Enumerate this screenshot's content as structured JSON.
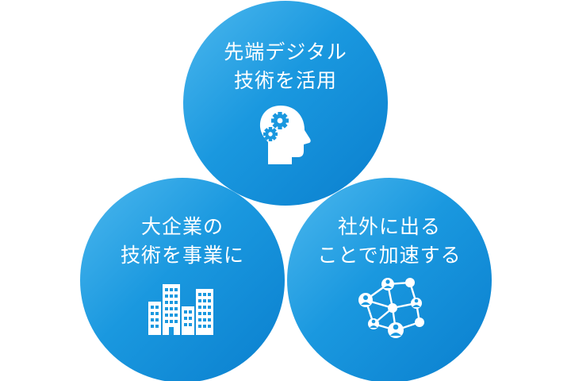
{
  "circles": [
    {
      "id": "top",
      "lines": [
        "先端デジタル",
        "技術を活用"
      ],
      "icon": "head-gears-icon"
    },
    {
      "id": "left",
      "lines": [
        "大企業の",
        "技術を事業に"
      ],
      "icon": "buildings-icon"
    },
    {
      "id": "right",
      "lines": [
        "社外に出る",
        "ことで加速する"
      ],
      "icon": "people-network-icon"
    }
  ],
  "colors": {
    "circle_light": "#4db8ee",
    "circle_mid": "#1a98df",
    "circle_dark": "#0a7fce",
    "text": "#ffffff",
    "background": "#ffffff"
  }
}
